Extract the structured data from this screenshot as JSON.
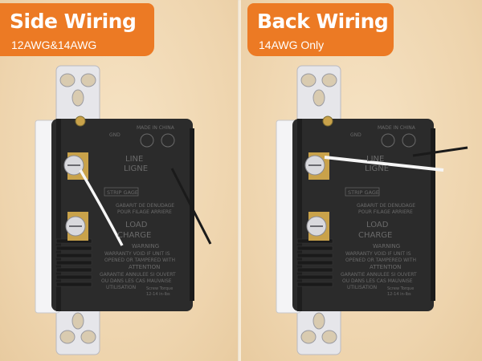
{
  "panels": [
    {
      "title": "Side Wiring",
      "subtitle": "12AWG&14AWG",
      "device_text": {
        "made_in": "MADE IN CHINA",
        "gnd": "GND",
        "line": "LINE",
        "ligne": "LIGNE",
        "strip_gage": "STRIP GAGE",
        "gabarit_1": "GABARIT DE DENUDAGE",
        "gabarit_2": "POUR FILAGE ARRIERE",
        "load": "LOAD",
        "charge": "CHARGE",
        "warning_1": "WARNING",
        "warning_2": "WARRANTY VOID IF UNIT IS",
        "warning_3": "OPENED OR TAMPERED WITH",
        "attention_1": "ATTENTION",
        "attention_2": "GARANTIE ANNULEE SI OUVERT",
        "attention_3": "OU DANS LES CAS MAUVAISE",
        "attention_4": "UTILISATION",
        "torque_1": "Screw Torque",
        "torque_2": "12-14 in-lbs"
      }
    },
    {
      "title": "Back Wiring",
      "subtitle": "14AWG Only",
      "device_text": {
        "made_in": "MADE IN CHINA",
        "gnd": "GND",
        "line": "LINE",
        "ligne": "LIGNE",
        "strip_gage": "STRIP GAGE",
        "gabarit_1": "GABARIT DE DENUDAGE",
        "gabarit_2": "POUR FILAGE ARRIERE",
        "load": "LOAD",
        "charge": "CHARGE",
        "warning_1": "WARNING",
        "warning_2": "WARRANTY VOID IF UNIT IS",
        "warning_3": "OPENED OR TAMPERED WITH",
        "attention_1": "ATTENTION",
        "attention_2": "GARANTIE ANNULEE SI OUVERT",
        "attention_3": "OU DANS LES CAS MAUVAISE",
        "attention_4": "UTILISATION",
        "torque_1": "Screw Torque",
        "torque_2": "12-14 in-lbs"
      }
    }
  ],
  "colors": {
    "badge": "#ec7a24",
    "background": "#f0d9b5",
    "housing": "#2b2b2b",
    "strap": "#e9e9ec",
    "brass": "#c9a24a"
  }
}
